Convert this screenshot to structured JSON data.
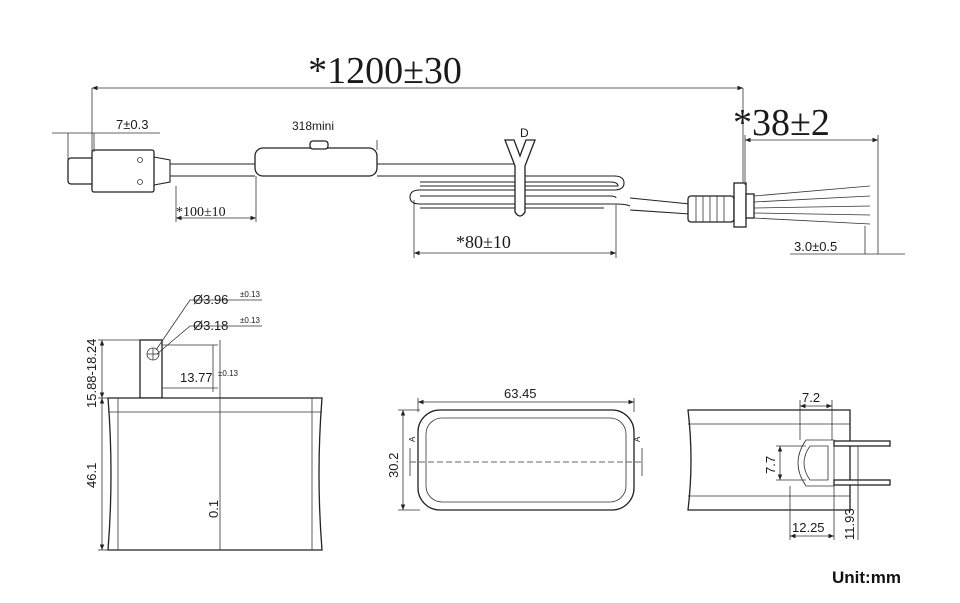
{
  "cable": {
    "total_length": "*1200±30",
    "tip_length": "*38±2",
    "plug_length": "7±0.3",
    "switch_label": "318mini",
    "switch_distance": "*100±10",
    "coil_length": "*80±10",
    "clip_label": "D",
    "strip_length": "3.0±0.5"
  },
  "side_view": {
    "pin_outer_dia": "Ø3.96",
    "pin_outer_tol": "±0.13",
    "pin_inner_dia": "Ø3.18",
    "pin_inner_tol": "±0.13",
    "pin_offset": "13.77",
    "pin_offset_tol": "±0.13",
    "pin_length": "15.88-18.24",
    "body_height": "46.1",
    "small_gap": "0.1"
  },
  "front_view": {
    "width": "63.45",
    "height": "30.2",
    "section_mark": "A"
  },
  "end_view": {
    "top_width": "7.2",
    "pin_gap": "7.7",
    "bottom_width": "12.25",
    "depth": "11.93"
  },
  "unit_label": "Unit:mm"
}
